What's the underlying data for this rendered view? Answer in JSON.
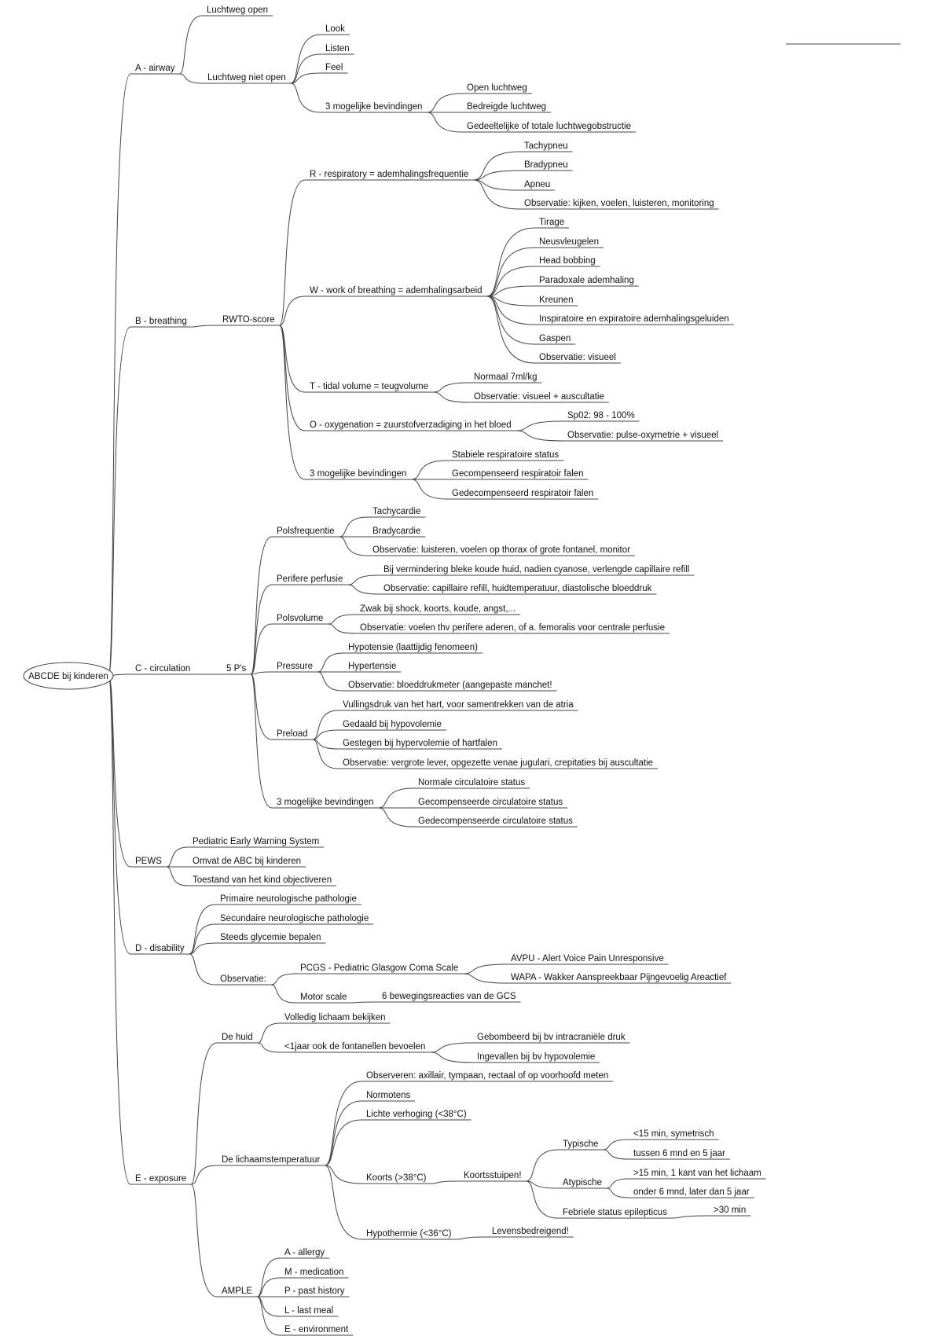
{
  "diagram": {
    "title": "ABCDE bij kinderen",
    "nodes": {
      "root": "ABCDE bij kinderen",
      "airway": "A - airway",
      "luchtweg_open": "Luchtweg open",
      "luchtweg_niet_open": "Luchtweg niet open",
      "look": "Look",
      "listen": "Listen",
      "feel": "Feel",
      "a_3mog": "3 mogelijke bevindingen",
      "open_luchtweg": "Open luchtweg",
      "bedreigde_luchtweg": "Bedreigde luchtweg",
      "gedeeltelijke": "Gedeeltelijke of totale luchtwegobstructie",
      "breathing": "B - breathing",
      "rwto": "RWTO-score",
      "r_resp": "R - respiratory = ademhalingsfrequentie",
      "tachypneu": "Tachypneu",
      "bradypneu": "Bradypneu",
      "apneu": "Apneu",
      "r_obs": "Observatie: kijken, voelen, luisteren, monitoring",
      "w_work": "W - work of breathing = ademhalingsarbeid",
      "tirage": "Tirage",
      "neusvleugelen": "Neusvleugelen",
      "head_bobbing": "Head bobbing",
      "paradoxale": "Paradoxale ademhaling",
      "kreunen": "Kreunen",
      "inspiratoire": "Inspiratoire en expiratoire ademhalingsgeluiden",
      "gaspen": "Gaspen",
      "w_obs": "Observatie: visueel",
      "t_tidal": "T - tidal volume = teugvolume",
      "normaal": "Normaal 7ml/kg",
      "t_obs": "Observatie: visueel + auscultatie",
      "o_oxy": "O - oxygenation = zuurstofverzadiging in het bloed",
      "spo2": "Sp02: 98 - 100%",
      "o_obs": "Observatie: pulse-oxymetrie + visueel",
      "b_3mog": "3 mogelijke bevindingen",
      "stabiele": "Stabiele respiratoire status",
      "gecomp_resp": "Gecompenseerd respiratoir falen",
      "gedecomp_resp": "Gedecompenseerd respiratoir falen",
      "circulation": "C - circulation",
      "five_ps": "5 P's",
      "polsfreq": "Polsfrequentie",
      "tachycardie": "Tachycardie",
      "bradycardie": "Bradycardie",
      "pf_obs": "Observatie: luisteren, voelen op thorax of grote fontanel, monitor",
      "perifere": "Perifere perfusie",
      "bij_verm": "Bij vermindering bleke koude huid, nadien cyanose, verlengde capillaire refill",
      "pp_obs": "Observatie: capillaire refill, huidtemperatuur, diastolische bloeddruk",
      "polsvolume": "Polsvolume",
      "zwak": "Zwak bij shock, koorts, koude, angst,...",
      "pv_obs": "Observatie: voelen thv perifere aderen, of a. femoralis voor centrale perfusie",
      "pressure": "Pressure",
      "hypotensie": "Hypotensie (laattijdig fenomeen)",
      "hypertensie": "Hypertensie",
      "pr_obs": "Observatie: bloeddrukmeter (aangepaste manchet!",
      "preload": "Preload",
      "vullingsdruk": "Vullingsdruk van het hart, voor samentrekken van de atria",
      "gedaald": "Gedaald bij hypovolemie",
      "gestegen": "Gestegen bij hypervolemie of hartfalen",
      "pl_obs": "Observatie: vergrote lever, opgezette venae jugulari, crepitaties bij auscultatie",
      "c_3mog": "3 mogelijke bevindingen",
      "normale_circ": "Normale circulatoire status",
      "gecomp_circ": "Gecompenseerde circulatoire status",
      "gedecomp_circ": "Gedecompenseerde circulatoire status",
      "pews": "PEWS",
      "pews_1": "Pediatric Early Warning System",
      "pews_2": "Omvat de ABC bij kinderen",
      "pews_3": "Toestand van het kind objectiveren",
      "disability": "D - disability",
      "primaire": "Primaire neurologische pathologie",
      "secundaire": "Secundaire neurologische pathologie",
      "steeds": "Steeds glycemie bepalen",
      "d_obs": "Observatie:",
      "pgcs": "PCGS - Pediatric Glasgow Coma Scale",
      "avpu": "AVPU - Alert Voice Pain Unresponsive",
      "wapa": "WAPA - Wakker Aanspreekbaar Pijngevoelig Areactief",
      "motor": "Motor scale",
      "zes_bew": "6 bewegingsreacties van de GCS",
      "exposure": "E - exposure",
      "de_huid": "De huid",
      "volledig": "Volledig lichaam bekijken",
      "lt1jaar": "<1jaar ook de fontanellen bevoelen",
      "gebombeerd": "Gebombeerd bij bv intracraniële druk",
      "ingevallen": "Ingevallen bij bv hypovolemie",
      "lichaamstemp": "De lichaamstemperatuur",
      "observeren": "Observeren: axillair, tympaan, rectaal of op voorhoofd meten",
      "normotens": "Normotens",
      "lichte": "Lichte verhoging (<38°C)",
      "koorts": "Koorts (>38°C)",
      "koortsstuipen": "Koortsstuipen!",
      "typische": "Typische",
      "lt15": "<15 min, symetrisch",
      "tussen": "tussen 6 mnd en 5 jaar",
      "atypische": "Atypische",
      "gt15": ">15 min, 1 kant van het lichaam",
      "onder": "onder 6 mnd, later dan 5 jaar",
      "febriele": "Febriele status epilepticus",
      "gt30": ">30 min",
      "hypothermie": "Hypothermie (<36°C)",
      "levensbedr": "Levensbedreigend!",
      "ample": "AMPLE",
      "a_allergy": "A - allergy",
      "m_medication": "M - medication",
      "p_past": "P - past history",
      "l_last": "L - last meal",
      "e_env": "E - environment"
    },
    "edges": [
      [
        "root",
        "airway"
      ],
      [
        "root",
        "breathing"
      ],
      [
        "root",
        "circulation"
      ],
      [
        "root",
        "pews"
      ],
      [
        "root",
        "disability"
      ],
      [
        "root",
        "exposure"
      ],
      [
        "airway",
        "luchtweg_open"
      ],
      [
        "airway",
        "luchtweg_niet_open"
      ],
      [
        "luchtweg_niet_open",
        "look"
      ],
      [
        "luchtweg_niet_open",
        "listen"
      ],
      [
        "luchtweg_niet_open",
        "feel"
      ],
      [
        "luchtweg_niet_open",
        "a_3mog"
      ],
      [
        "a_3mog",
        "open_luchtweg"
      ],
      [
        "a_3mog",
        "bedreigde_luchtweg"
      ],
      [
        "a_3mog",
        "gedeeltelijke"
      ],
      [
        "breathing",
        "rwto"
      ],
      [
        "rwto",
        "r_resp"
      ],
      [
        "rwto",
        "w_work"
      ],
      [
        "rwto",
        "t_tidal"
      ],
      [
        "rwto",
        "o_oxy"
      ],
      [
        "rwto",
        "b_3mog"
      ],
      [
        "r_resp",
        "tachypneu"
      ],
      [
        "r_resp",
        "bradypneu"
      ],
      [
        "r_resp",
        "apneu"
      ],
      [
        "r_resp",
        "r_obs"
      ],
      [
        "w_work",
        "tirage"
      ],
      [
        "w_work",
        "neusvleugelen"
      ],
      [
        "w_work",
        "head_bobbing"
      ],
      [
        "w_work",
        "paradoxale"
      ],
      [
        "w_work",
        "kreunen"
      ],
      [
        "w_work",
        "inspiratoire"
      ],
      [
        "w_work",
        "gaspen"
      ],
      [
        "w_work",
        "w_obs"
      ],
      [
        "t_tidal",
        "normaal"
      ],
      [
        "t_tidal",
        "t_obs"
      ],
      [
        "o_oxy",
        "spo2"
      ],
      [
        "o_oxy",
        "o_obs"
      ],
      [
        "b_3mog",
        "stabiele"
      ],
      [
        "b_3mog",
        "gecomp_resp"
      ],
      [
        "b_3mog",
        "gedecomp_resp"
      ],
      [
        "circulation",
        "five_ps"
      ],
      [
        "five_ps",
        "polsfreq"
      ],
      [
        "five_ps",
        "perifere"
      ],
      [
        "five_ps",
        "polsvolume"
      ],
      [
        "five_ps",
        "pressure"
      ],
      [
        "five_ps",
        "preload"
      ],
      [
        "five_ps",
        "c_3mog"
      ],
      [
        "polsfreq",
        "tachycardie"
      ],
      [
        "polsfreq",
        "bradycardie"
      ],
      [
        "polsfreq",
        "pf_obs"
      ],
      [
        "perifere",
        "bij_verm"
      ],
      [
        "perifere",
        "pp_obs"
      ],
      [
        "polsvolume",
        "zwak"
      ],
      [
        "polsvolume",
        "pv_obs"
      ],
      [
        "pressure",
        "hypotensie"
      ],
      [
        "pressure",
        "hypertensie"
      ],
      [
        "pressure",
        "pr_obs"
      ],
      [
        "preload",
        "vullingsdruk"
      ],
      [
        "preload",
        "gedaald"
      ],
      [
        "preload",
        "gestegen"
      ],
      [
        "preload",
        "pl_obs"
      ],
      [
        "c_3mog",
        "normale_circ"
      ],
      [
        "c_3mog",
        "gecomp_circ"
      ],
      [
        "c_3mog",
        "gedecomp_circ"
      ],
      [
        "pews",
        "pews_1"
      ],
      [
        "pews",
        "pews_2"
      ],
      [
        "pews",
        "pews_3"
      ],
      [
        "disability",
        "primaire"
      ],
      [
        "disability",
        "secundaire"
      ],
      [
        "disability",
        "steeds"
      ],
      [
        "disability",
        "d_obs"
      ],
      [
        "d_obs",
        "pgcs"
      ],
      [
        "d_obs",
        "motor"
      ],
      [
        "pgcs",
        "avpu"
      ],
      [
        "pgcs",
        "wapa"
      ],
      [
        "motor",
        "zes_bew"
      ],
      [
        "exposure",
        "de_huid"
      ],
      [
        "exposure",
        "lichaamstemp"
      ],
      [
        "exposure",
        "ample"
      ],
      [
        "de_huid",
        "volledig"
      ],
      [
        "de_huid",
        "lt1jaar"
      ],
      [
        "lt1jaar",
        "gebombeerd"
      ],
      [
        "lt1jaar",
        "ingevallen"
      ],
      [
        "lichaamstemp",
        "observeren"
      ],
      [
        "lichaamstemp",
        "normotens"
      ],
      [
        "lichaamstemp",
        "lichte"
      ],
      [
        "lichaamstemp",
        "koorts"
      ],
      [
        "lichaamstemp",
        "hypothermie"
      ],
      [
        "koorts",
        "koortsstuipen"
      ],
      [
        "koortsstuipen",
        "typische"
      ],
      [
        "koortsstuipen",
        "atypische"
      ],
      [
        "koortsstuipen",
        "febriele"
      ],
      [
        "typische",
        "lt15"
      ],
      [
        "typische",
        "tussen"
      ],
      [
        "atypische",
        "gt15"
      ],
      [
        "atypische",
        "onder"
      ],
      [
        "febriele",
        "gt30"
      ],
      [
        "hypothermie",
        "levensbedr"
      ],
      [
        "ample",
        "a_allergy"
      ],
      [
        "ample",
        "m_medication"
      ],
      [
        "ample",
        "p_past"
      ],
      [
        "ample",
        "l_last"
      ],
      [
        "ample",
        "e_env"
      ]
    ]
  }
}
